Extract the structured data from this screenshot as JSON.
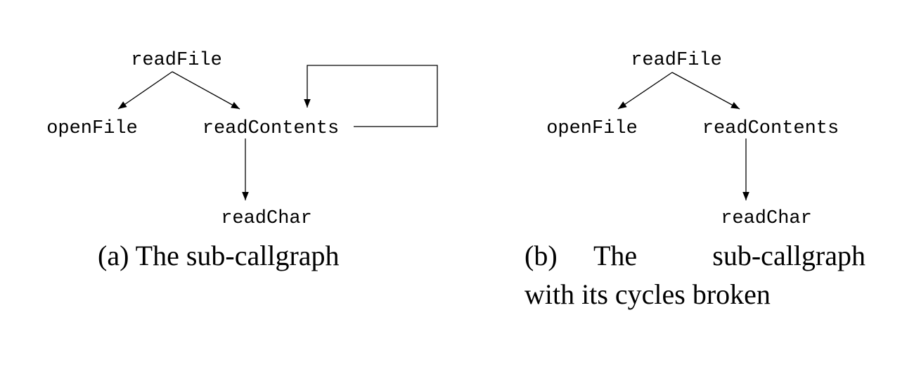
{
  "panel_a": {
    "nodes": {
      "readFile": "readFile",
      "openFile": "openFile",
      "readContents": "readContents",
      "readChar": "readChar"
    },
    "caption": "(a) The sub-callgraph"
  },
  "panel_b": {
    "nodes": {
      "readFile": "readFile",
      "openFile": "openFile",
      "readContents": "readContents",
      "readChar": "readChar"
    },
    "caption_line1_a": "(b)",
    "caption_line1_b": "The",
    "caption_line1_c": "sub-callgraph",
    "caption_line2": "with its cycles broken"
  },
  "colors": {
    "ink": "#000000",
    "background": "#ffffff"
  }
}
